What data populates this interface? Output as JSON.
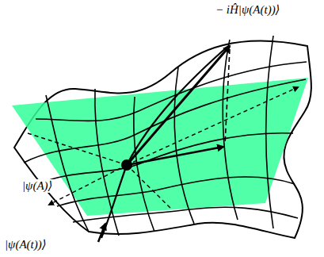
{
  "diagram": {
    "labels": [
      "− iĤ|ψ(A(t))⟩",
      "|ψ(A)⟩",
      "|ψ(A(t))⟩"
    ]
  }
}
